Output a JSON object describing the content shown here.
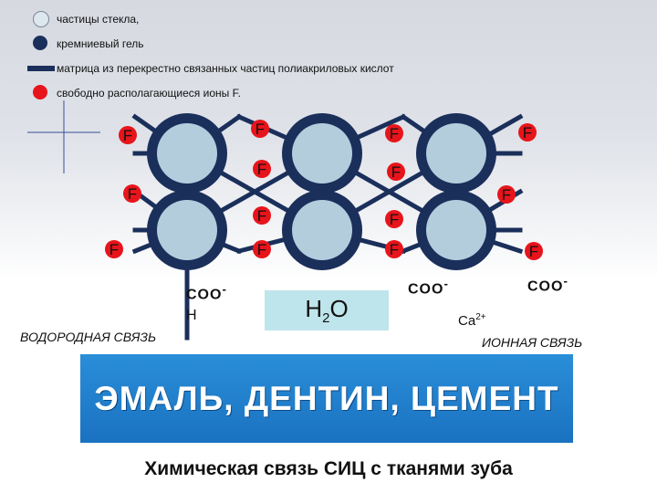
{
  "legend": {
    "items": [
      {
        "label": "частицы стекла,",
        "icon": "glass-particle-icon",
        "color": "#dde7ee"
      },
      {
        "label": "кремниевый гель",
        "icon": "silica-gel-icon",
        "color": "#1b2f5b"
      },
      {
        "label": "матрица из перекрестно связанных частиц полиакриловых кислот",
        "icon": "matrix-bar-icon",
        "color": "#1b2f5b"
      },
      {
        "label": "свободно располагающиеся ионы F.",
        "icon": "fluoride-ion-icon",
        "color": "#e8141b"
      }
    ]
  },
  "diagram": {
    "ion_label": "F",
    "ion_color": "#e8141b",
    "particle_color": "#b3cddd",
    "gel_color": "#1b2f5b",
    "coo_left": "COO",
    "coo_mid": "COO",
    "coo_right": "COO",
    "charge": "-",
    "h_label": "H",
    "hydrogen_bond": "ВОДОРОДНАЯ СВЯЗЬ",
    "water_main": "H",
    "water_sub": "2",
    "water_tail": "O",
    "calcium_main": "Ca",
    "calcium_sup": "2+",
    "ionic_bond": "ИОННАЯ СВЯЗЬ"
  },
  "substrate": {
    "label": "ЭМАЛЬ, ДЕНТИН, ЦЕМЕНТ",
    "color": "#1f80cc"
  },
  "caption": "Химическая связь СИЦ с тканями зуба"
}
